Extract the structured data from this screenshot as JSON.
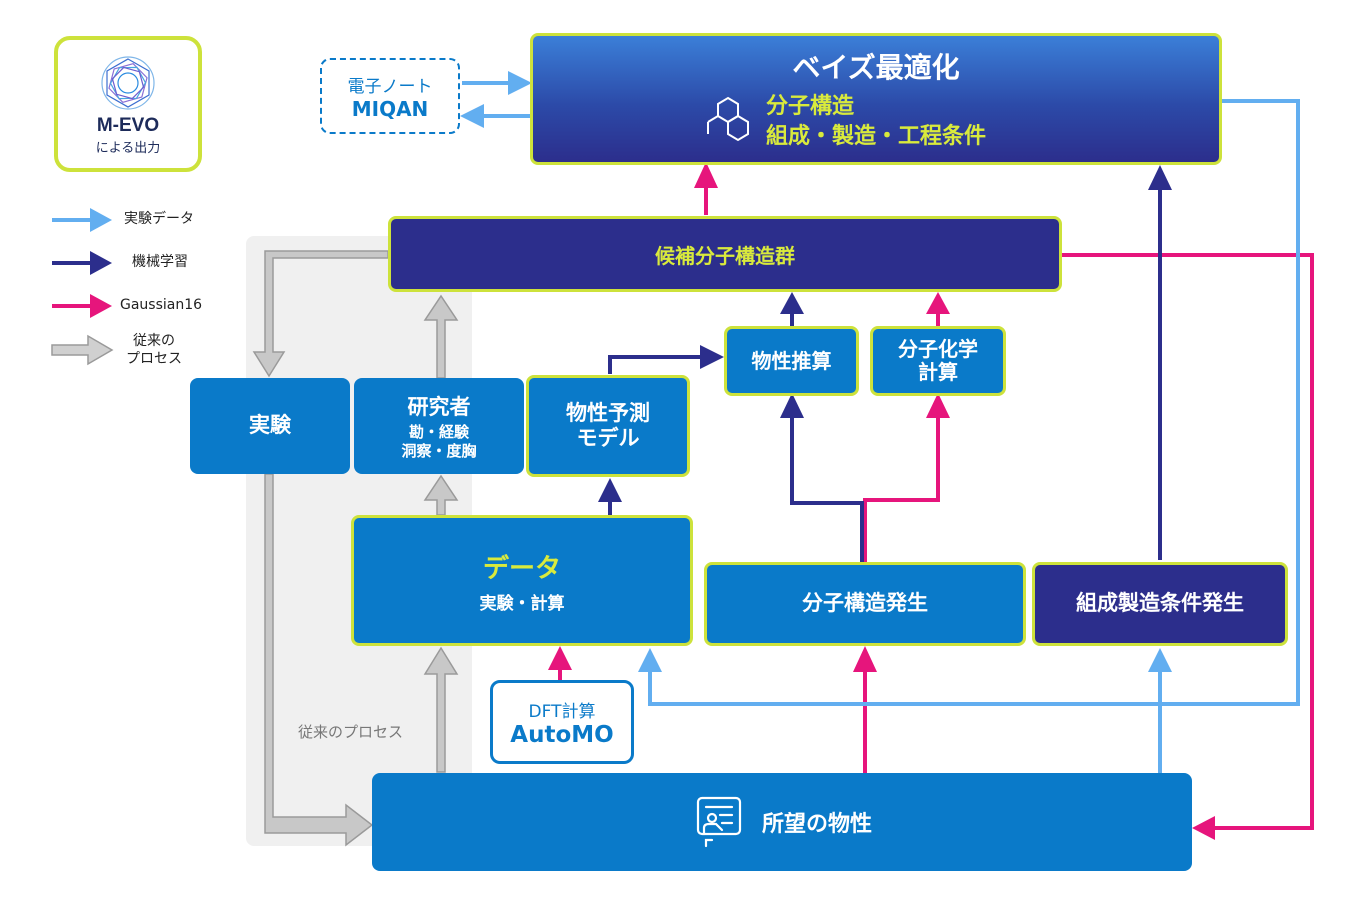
{
  "colors": {
    "experiment_data": "#62aef0",
    "machine_learning": "#2c2e8c",
    "gaussian": "#e6157c",
    "conventional": "#bcbcbc",
    "box_blue": "#0a7ac9",
    "box_navy": "#2c2e8c",
    "accent_lime": "#cde23b"
  },
  "badge": {
    "line1": "M-EVO",
    "line2": "による出力"
  },
  "legend": [
    {
      "label": "実験データ",
      "color": "#62aef0"
    },
    {
      "label": "機械学習",
      "color": "#2c2e8c"
    },
    {
      "label": "Gaussian16",
      "color": "#e6157c"
    },
    {
      "label": "従来の\nプロセス",
      "color": "#bcbcbc"
    }
  ],
  "nodes": {
    "notebook": {
      "line1": "電子ノート",
      "line2": "MIQAN"
    },
    "bayes": {
      "title": "ベイズ最適化",
      "sub1": "分子構造",
      "sub2": "組成・製造・工程条件"
    },
    "candidates": {
      "label": "候補分子構造群"
    },
    "estimation": {
      "label": "物性推算"
    },
    "quantum": {
      "line1": "分子化学",
      "line2": "計算"
    },
    "experiment": {
      "label": "実験"
    },
    "researcher": {
      "title": "研究者",
      "sub1": "勘・経験",
      "sub2": "洞察・度胸"
    },
    "model": {
      "line1": "物性予測",
      "line2": "モデル"
    },
    "data": {
      "title": "データ",
      "sub": "実験・計算"
    },
    "molgen": {
      "label": "分子構造発生"
    },
    "condgen": {
      "label": "組成製造条件発生"
    },
    "dft": {
      "line1": "DFT計算",
      "line2": "AutoMO"
    },
    "target": {
      "label": "所望の物性"
    }
  },
  "conventional_label": "従来のプロセス",
  "icons": [
    "molecule-icon",
    "document-icon"
  ]
}
